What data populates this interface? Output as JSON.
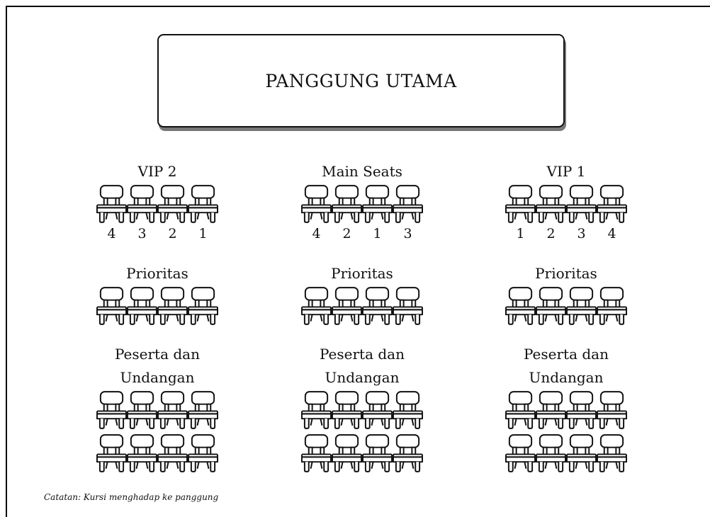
{
  "stage": {
    "label": "PANGGUNG UTAMA"
  },
  "sections": [
    {
      "id": "vip2",
      "title": "VIP 2",
      "rows": 1,
      "numbers": [
        "4",
        "3",
        "2",
        "1"
      ]
    },
    {
      "id": "main",
      "title": "Main Seats",
      "rows": 1,
      "numbers": [
        "4",
        "2",
        "1",
        "3"
      ]
    },
    {
      "id": "vip1",
      "title": "VIP 1",
      "rows": 1,
      "numbers": [
        "1",
        "2",
        "3",
        "4"
      ]
    },
    {
      "id": "prioritas-left",
      "title": "Prioritas",
      "rows": 1,
      "numbers": []
    },
    {
      "id": "prioritas-center",
      "title": "Prioritas",
      "rows": 1,
      "numbers": []
    },
    {
      "id": "prioritas-right",
      "title": "Prioritas",
      "rows": 1,
      "numbers": []
    },
    {
      "id": "peserta-left",
      "title_line1": "Peserta dan",
      "title_line2": "Undangan",
      "rows": 2,
      "numbers": []
    },
    {
      "id": "peserta-center",
      "title_line1": "Peserta dan",
      "title_line2": "Undangan",
      "rows": 2,
      "numbers": []
    },
    {
      "id": "peserta-right",
      "title_line1": "Peserta dan",
      "title_line2": "Undangan",
      "rows": 2,
      "numbers": []
    }
  ],
  "note": "Catatan: Kursi menghadap ke panggung",
  "icons": {
    "seat": "chair-icon"
  },
  "colors": {
    "line": "#111111",
    "stage_shadow": "#777777",
    "background": "#ffffff"
  }
}
